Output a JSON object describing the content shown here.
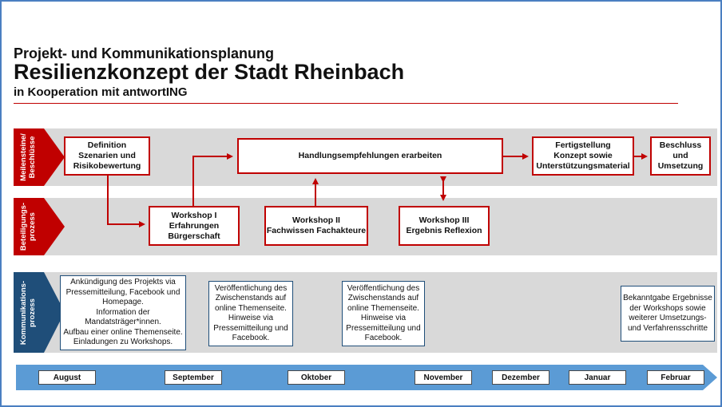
{
  "header": {
    "title_line1": "Projekt- und Kommunikationsplanung",
    "title_line2": "Resilienzkonzept der Stadt Rheinbach",
    "title_line3": "in Kooperation mit antwortING"
  },
  "rows": {
    "meilensteine_label": "Meilensteine/\nBeschlüsse",
    "beteiligung_label": "Beteiligungs-\nprozess",
    "kommunikation_label": "Kommunikations-\nprozess"
  },
  "milestones": {
    "definition": "Definition\nSzenarien und\nRisikobewertung",
    "handlung": "Handlungsempfehlungen erarbeiten",
    "fertigstellung": "Fertigstellung\nKonzept sowie\nUnterstützungsmaterial",
    "beschluss": "Beschluss\nund\nUmsetzung"
  },
  "workshops": {
    "ws1": "Workshop I\nErfahrungen\nBürgerschaft",
    "ws2": "Workshop II\nFachwissen Fachakteure",
    "ws3": "Workshop III\nErgebnis Reflexion"
  },
  "communication": {
    "c1": "Ankündigung des Projekts via\nPressemitteilung, Facebook und\nHomepage.\nInformation der\nMandatsträger*innen.\nAufbau einer online Themenseite.\nEinladungen zu Workshops.",
    "c2": "Veröffentlichung des\nZwischenstands auf\nonline Themenseite.\nHinweise via\nPressemitteilung und\nFacebook.",
    "c3": "Veröffentlichung des\nZwischenstands auf\nonline Themenseite.\nHinweise via\nPressemitteilung und\nFacebook.",
    "c4": "Bekanntgabe Ergebnisse\nder Workshops sowie\nweiterer Umsetzungs-\nund Verfahrensschritte"
  },
  "timeline": {
    "months": [
      "August",
      "September",
      "Oktober",
      "November",
      "Dezember",
      "Januar",
      "Februar"
    ]
  },
  "colors": {
    "accent_red": "#c00000",
    "accent_blue": "#1f4e79",
    "timeline_blue": "#5b9bd5",
    "band_grey": "#d9d9d9"
  }
}
